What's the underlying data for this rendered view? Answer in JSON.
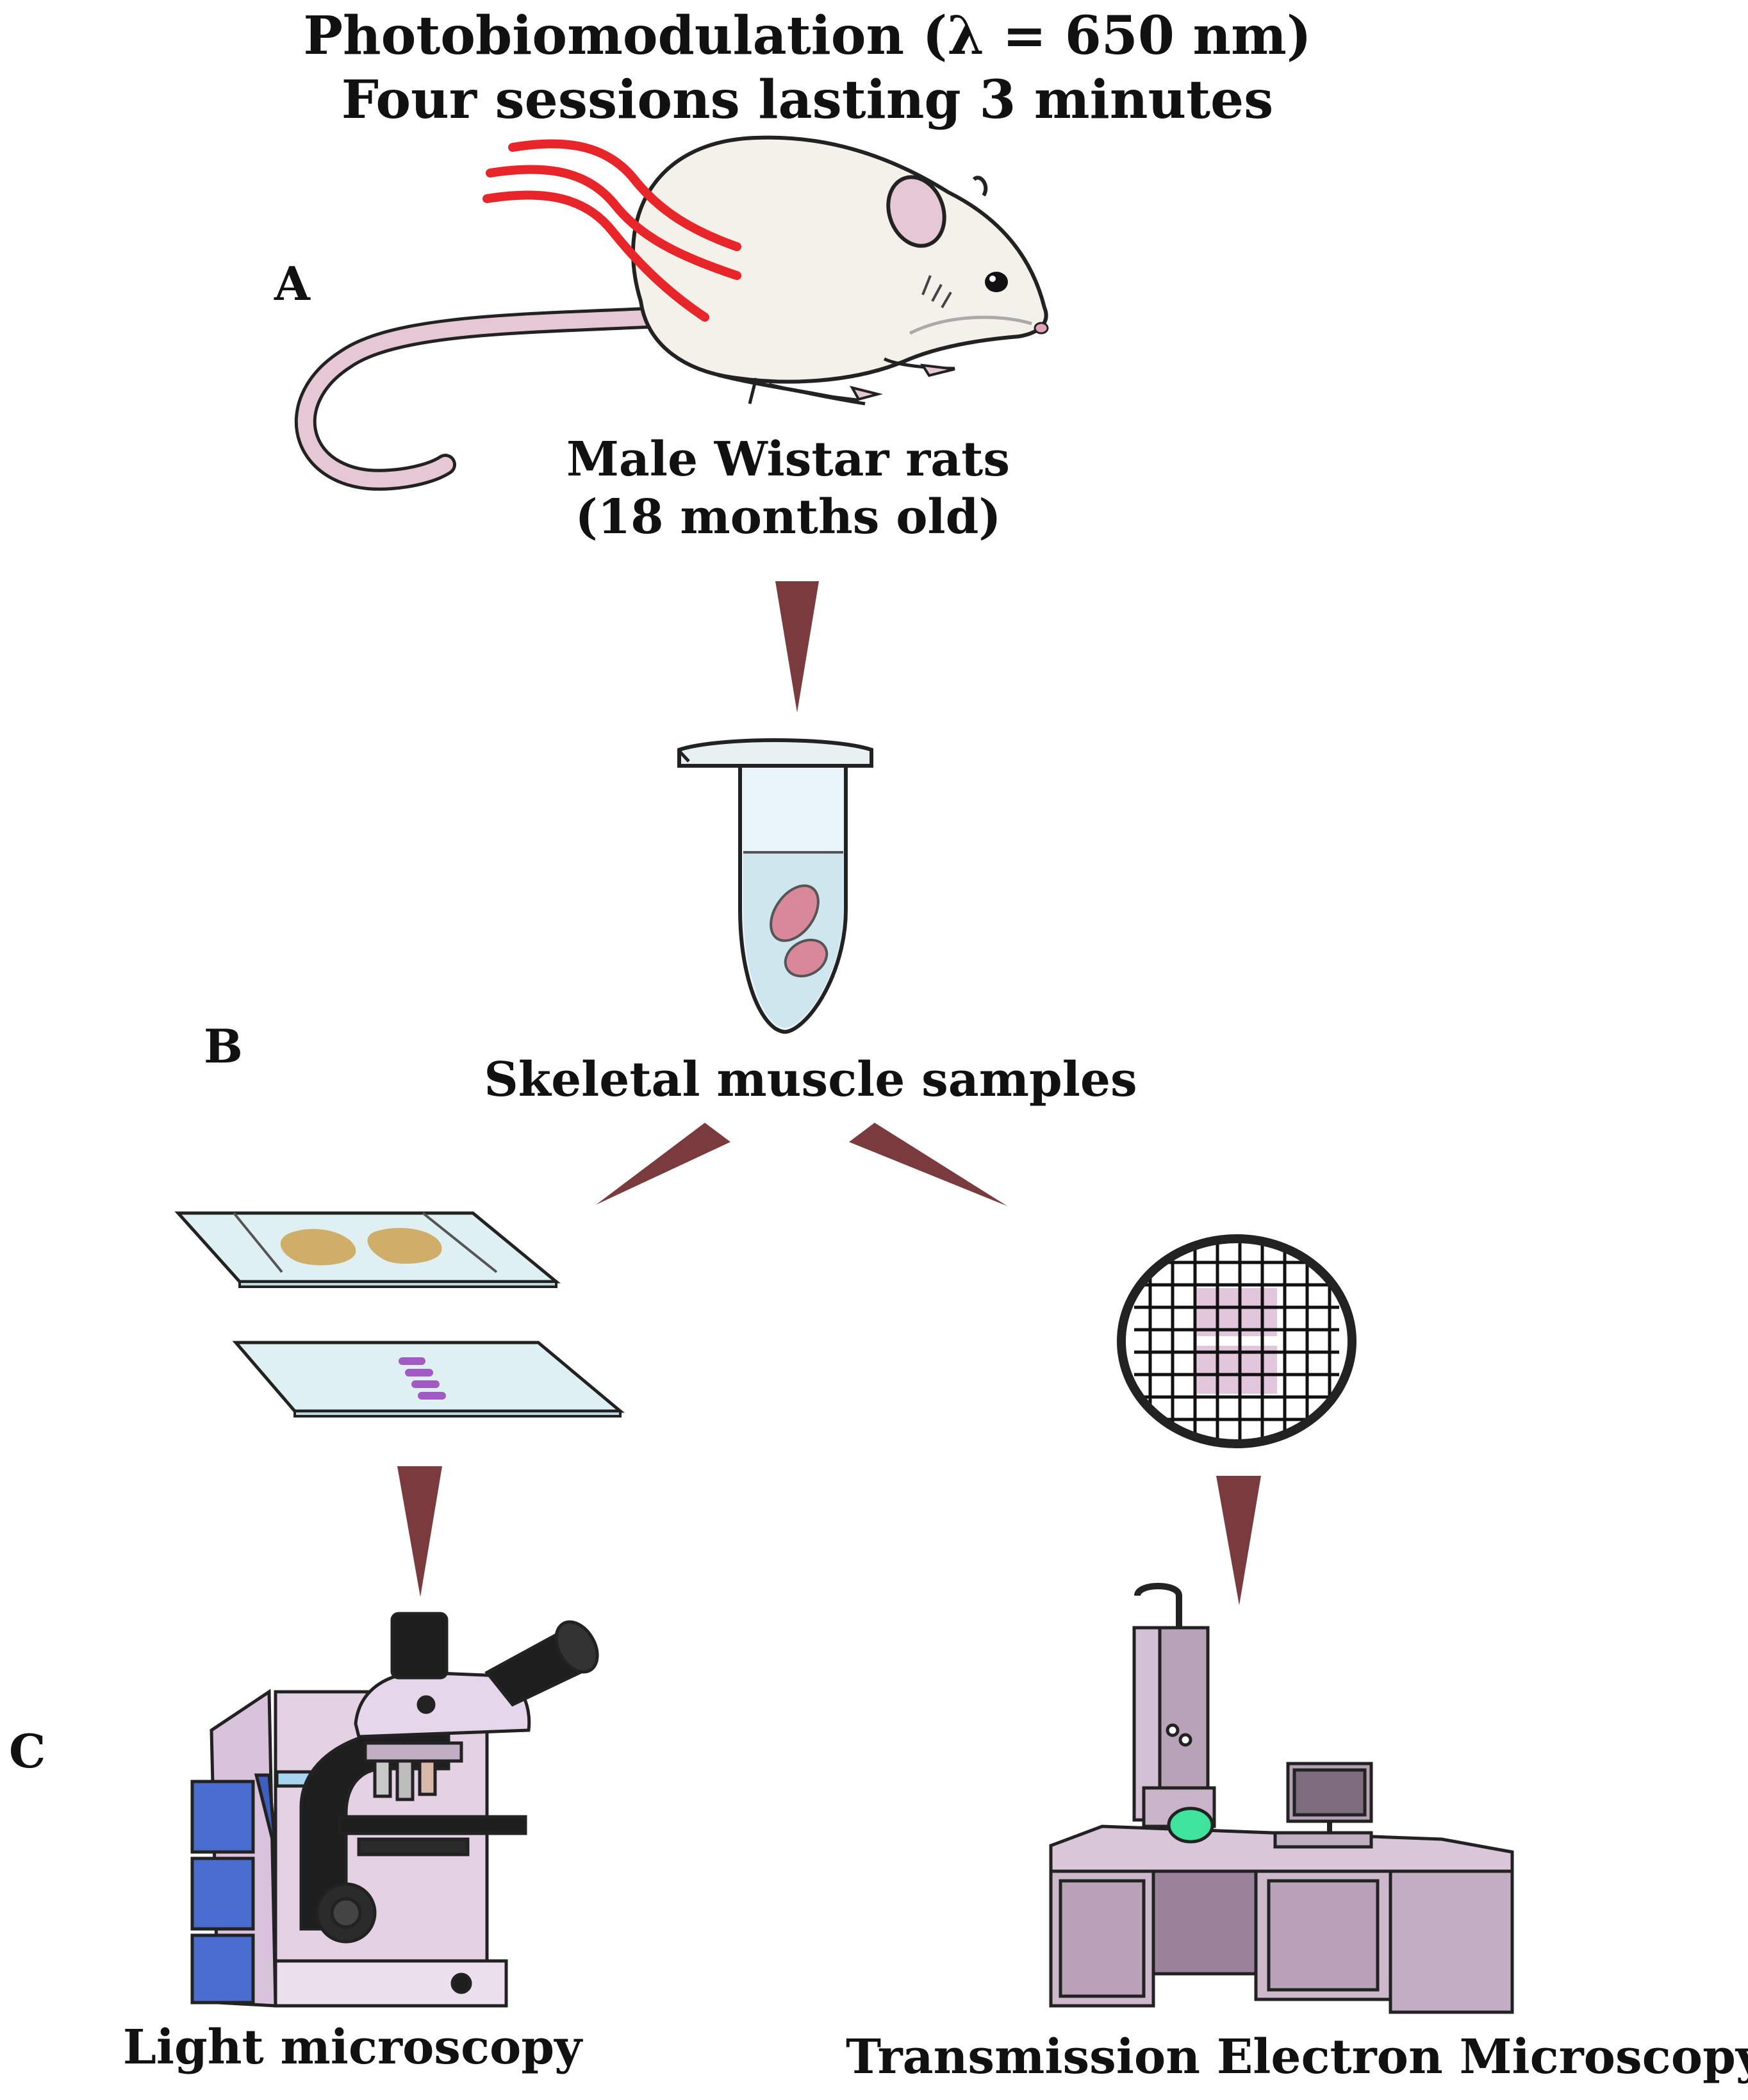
{
  "title": {
    "line1": "Photobiomodulation (λ = 650 nm)",
    "line2": "Four sessions lasting 3 minutes"
  },
  "panels": {
    "a": "A",
    "b": "B",
    "c": "C"
  },
  "labels": {
    "rats_line1": "Male Wistar rats",
    "rats_line2": "(18 months old)",
    "samples": "Skeletal muscle samples",
    "light": "Light microscopy",
    "tem": "Transmission Electron Microscopy"
  },
  "colors": {
    "arrow": "#7a3b3e",
    "laser": "#e8262a",
    "rat_body": "#f3f1ea",
    "rat_pink": "#e6c8d4",
    "tube_liquid": "#cfe6ee",
    "tissue_pink": "#d9889a",
    "slide_glass": "#dff0f3",
    "stain_gold": "#cfae6a",
    "stain_purple": "#a35bc4",
    "instrument": "#cdb8cc",
    "instrument_dark": "#9a829b"
  }
}
